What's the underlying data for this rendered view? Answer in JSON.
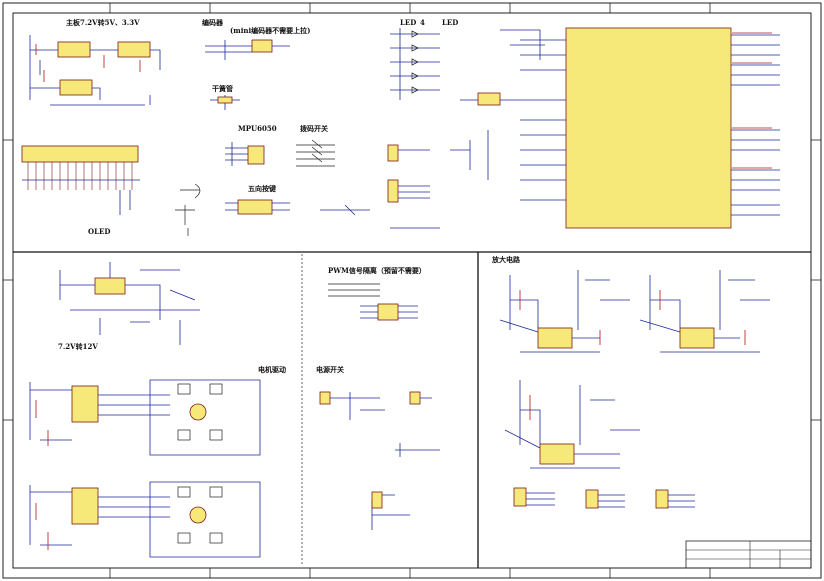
{
  "sections": {
    "power_regulator": "主板7.2V转5V、3.3V",
    "encoder": "编码器",
    "encoder_note": "(mini编码器不需要上拉)",
    "led_left": "LED",
    "led_num": "4",
    "led_right": "LED",
    "reed_switch": "干簧管",
    "mpu": "MPU6050",
    "dip_switch": "拨码开关",
    "five_way_key": "五向按键",
    "oled": "OLED",
    "boost": "7.2V转12V",
    "motor_drive": "电机驱动",
    "pwm_isolation": "PWM信号隔离（預留不需要）",
    "power_switch": "电源开关",
    "amplifier": "放大电路"
  },
  "colors": {
    "chip_fill": "#f7e87a",
    "chip_border": "#7a1a1a",
    "wire": "#1c2a9a",
    "red_wire": "#b01515"
  }
}
